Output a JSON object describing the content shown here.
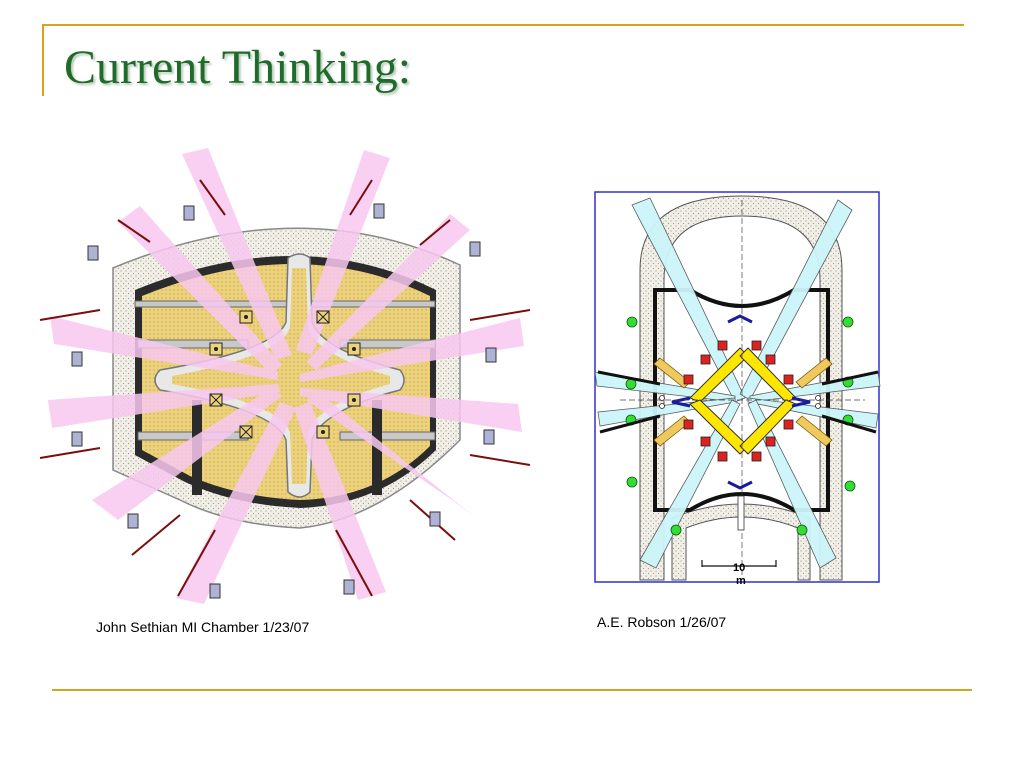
{
  "slide": {
    "title": "Current Thinking:"
  },
  "figures": {
    "left": {
      "caption": "John Sethian MI Chamber 1/23/07"
    },
    "right": {
      "caption": "A.E. Robson 1/26/07",
      "scale_label_line1": "10",
      "scale_label_line2": "m"
    }
  },
  "colors": {
    "accent_rule": "#d9a21b",
    "title_text": "#1e6b2a",
    "chamber_fill": "#ecd27c",
    "beam_pink": "#f8c8f0",
    "beam_cyan": "#ccf6fa",
    "frame_blue": "#3030cc"
  }
}
